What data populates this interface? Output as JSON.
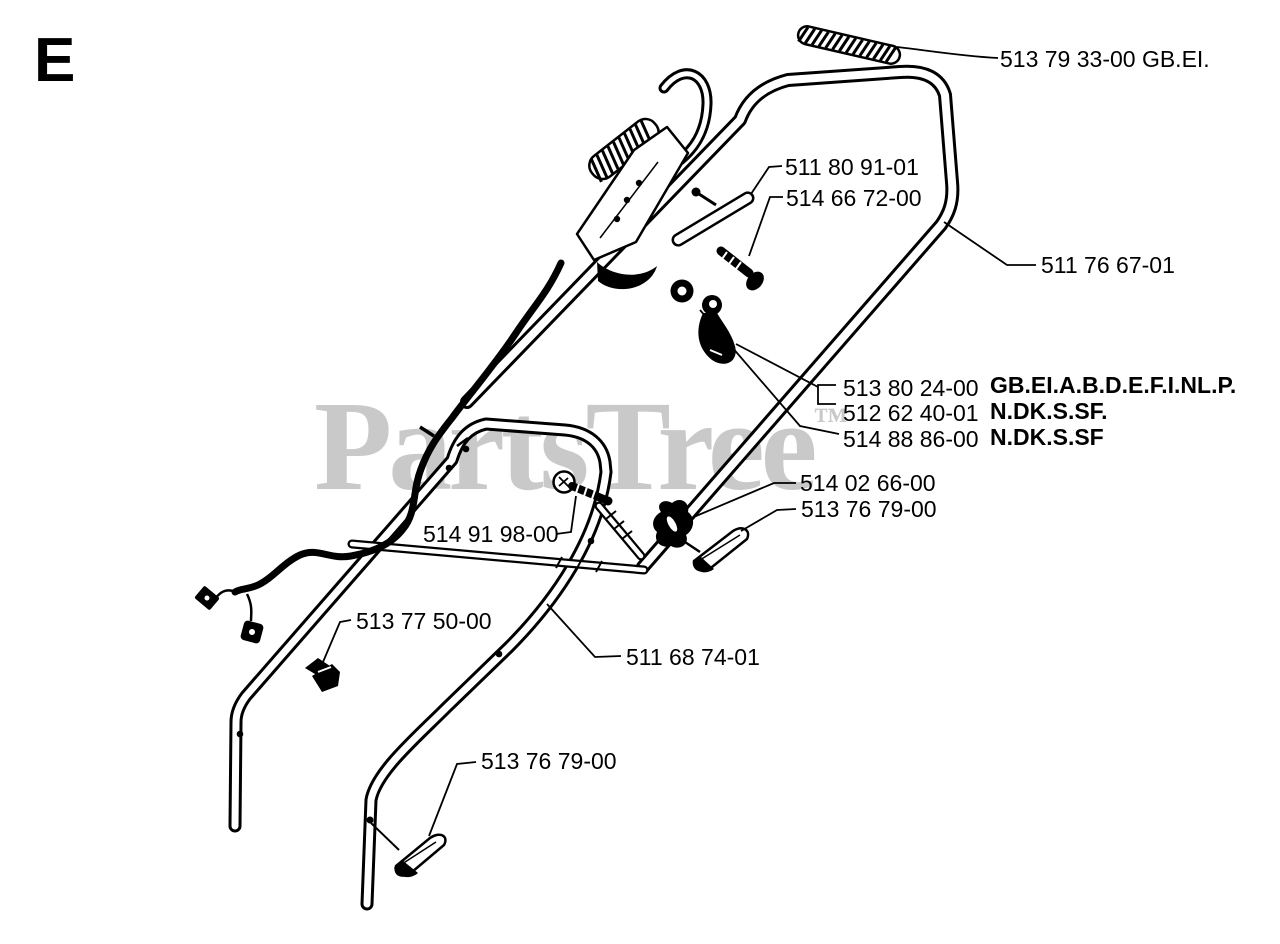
{
  "page": {
    "section_letter": "E"
  },
  "watermark": {
    "text": "PartsTree",
    "trademark": "™"
  },
  "colors": {
    "line": "#000000",
    "watermark": "#c9c9c9",
    "background": "#ffffff"
  },
  "parts": {
    "labels": [
      {
        "text": "513 79 33-00 GB.EI."
      },
      {
        "text": "511 80 91-01"
      },
      {
        "text": "514 66 72-00"
      },
      {
        "text": "511 76 67-01"
      },
      {
        "text": "513 80 24-00",
        "codes": "GB.EI.A.B.D.E.F.I.NL.P."
      },
      {
        "text": "512 62 40-01",
        "codes": "N.DK.S.SF."
      },
      {
        "text": "514 88 86-00",
        "codes": "N.DK.S.SF"
      },
      {
        "text": "514 02 66-00"
      },
      {
        "text": "513 76 79-00"
      },
      {
        "text": "514 91 98-00"
      },
      {
        "text": "513 77 50-00"
      },
      {
        "text": "511 68 74-01"
      },
      {
        "text": "513 76 79-00"
      }
    ]
  }
}
